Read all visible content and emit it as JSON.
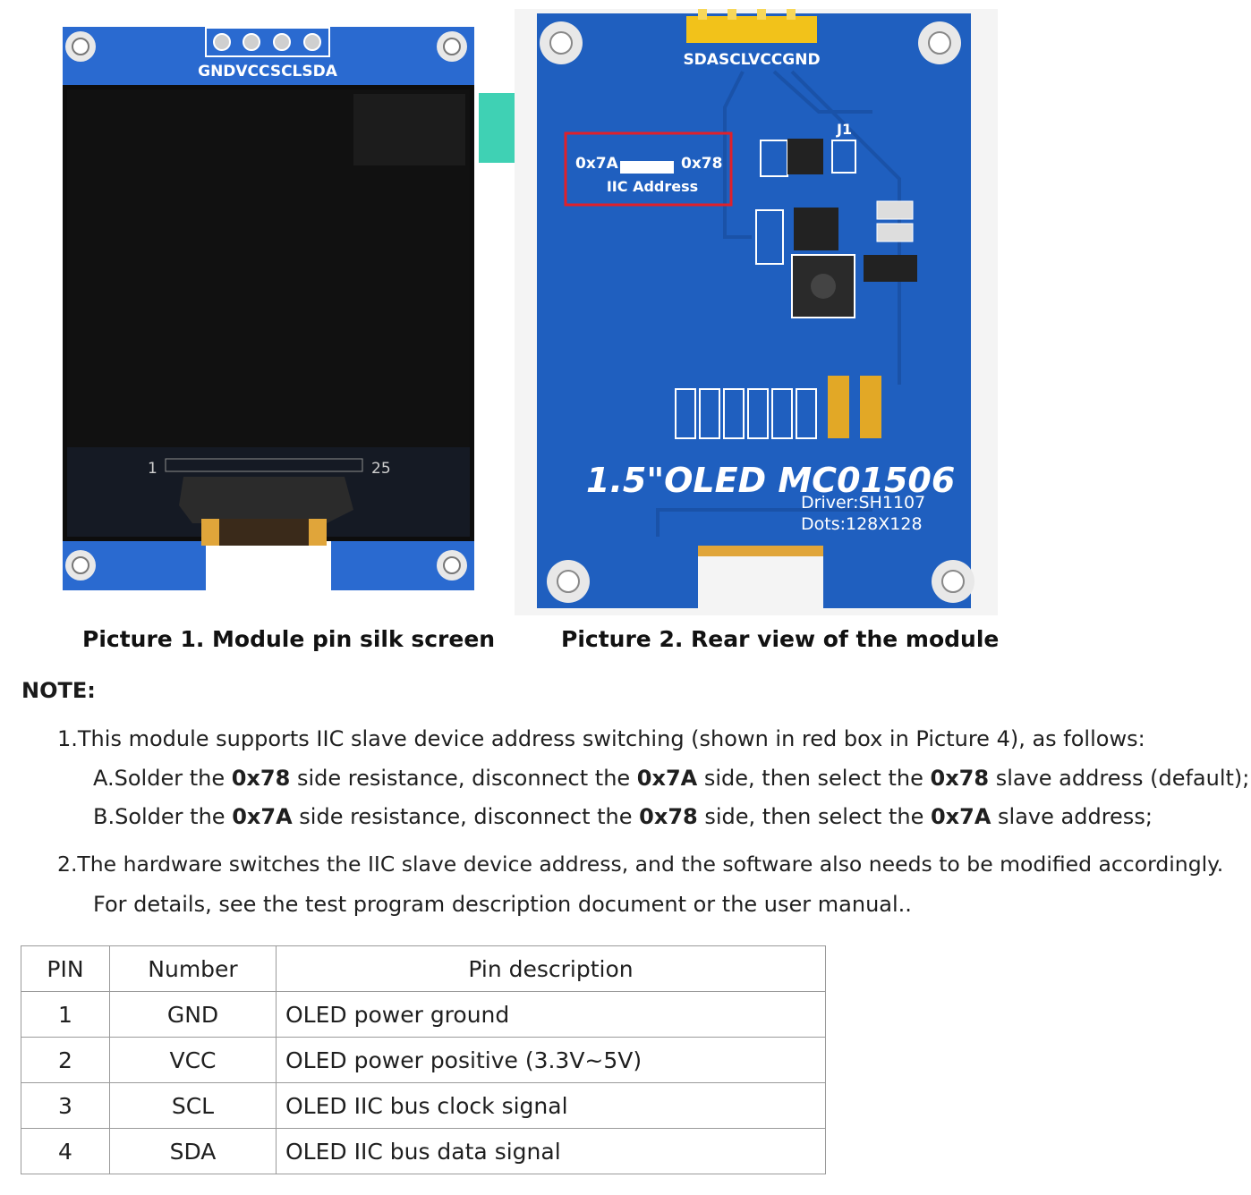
{
  "picture1": {
    "pin_labels": "GNDVCCSCLSDA",
    "fpc_left": "1",
    "fpc_right": "25",
    "caption": "Picture 1. Module pin silk screen"
  },
  "picture2": {
    "pin_labels": "SDASCLVCCGND",
    "jumper": "J1",
    "addr_left": "0x7A",
    "addr_right": "0x78",
    "addr_label": "IIC Address",
    "model": "1.5\"OLED MC01506",
    "driver": "Driver:SH1107",
    "dots": "Dots:128X128",
    "caption": "Picture 2. Rear view of the module"
  },
  "note": {
    "title": "NOTE:",
    "item1": "1.This module supports IIC slave device address switching (shown in red box in Picture 4), as follows:",
    "a": {
      "t1": "A.Solder the ",
      "b1": "0x78",
      "t2": " side resistance, disconnect the ",
      "b2": "0x7A",
      "t3": " side, then select the ",
      "b3": "0x78",
      "t4": " slave address (default);"
    },
    "b": {
      "t1": "B.Solder the ",
      "b1": "0x7A",
      "t2": " side resistance, disconnect the ",
      "b2": "0x78",
      "t3": " side, then select the ",
      "b3": "0x7A",
      "t4": " slave address;"
    },
    "item2_line1": "2.The hardware switches the IIC slave device address, and the software also needs to be modified accordingly.",
    "item2_line2": "For details, see the test program description document or the user manual.."
  },
  "table": {
    "headers": [
      "PIN",
      "Number",
      "Pin description"
    ],
    "rows": [
      [
        "1",
        "GND",
        "OLED power ground"
      ],
      [
        "2",
        "VCC",
        "OLED power positive (3.3V~5V)"
      ],
      [
        "3",
        "SCL",
        "OLED IIC bus clock signal"
      ],
      [
        "4",
        "SDA",
        "OLED IIC bus data signal"
      ]
    ]
  },
  "colors": {
    "pcb_blue": "#1f5fbf",
    "annotation_red": "#e0202a",
    "ribbon_teal": "#3fd1b4"
  }
}
